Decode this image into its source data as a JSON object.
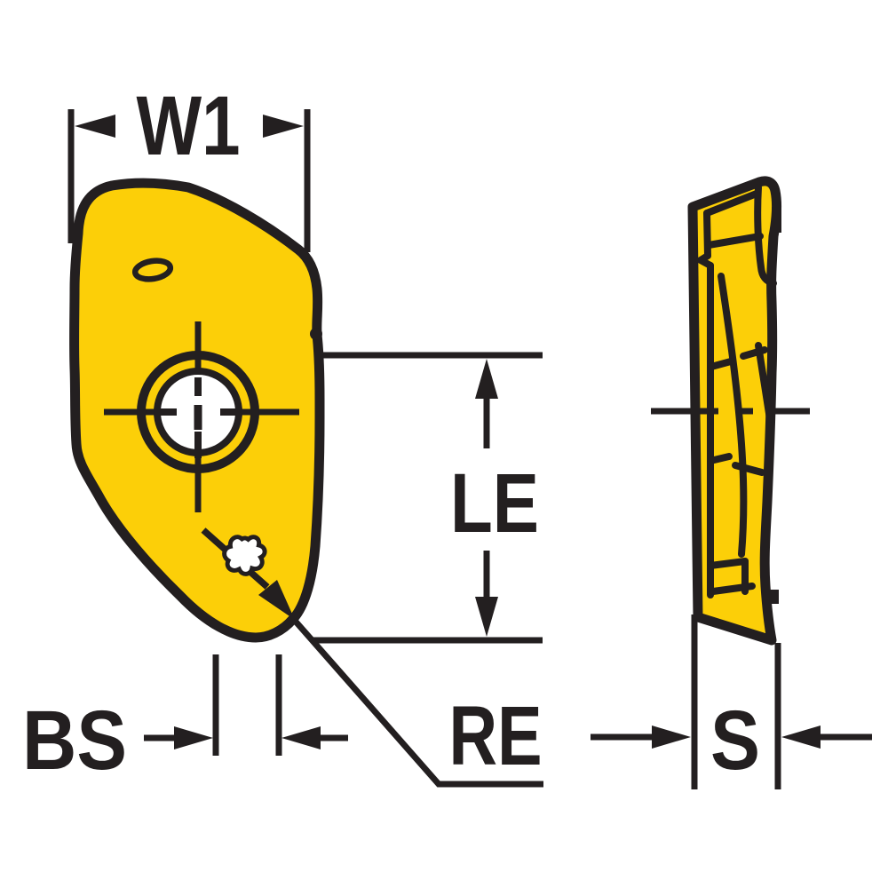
{
  "diagram": {
    "title": "milling-insert-dimension-drawing",
    "labels": {
      "w1": "W1",
      "le": "LE",
      "bs": "BS",
      "re": "RE",
      "s": "S"
    },
    "colors": {
      "insert": "#FCCF08",
      "line": "#231F20",
      "background": "#FFFFFF"
    }
  }
}
